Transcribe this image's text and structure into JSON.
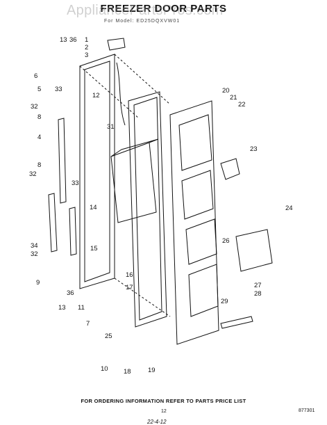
{
  "header": {
    "title": "FREEZER DOOR PARTS",
    "watermark": "AppliancePartsPros.com",
    "model_line": "For Model: ED25DQXVW01"
  },
  "footer": {
    "ordering_note": "FOR ORDERING INFORMATION REFER TO PARTS PRICE LIST",
    "page_number": "12",
    "document_number": "877301",
    "handwritten_mark": "22-4-12"
  },
  "callouts": [
    "1",
    "2",
    "3",
    "5",
    "6",
    "8",
    "4",
    "8",
    "9",
    "10",
    "11",
    "12",
    "13",
    "13",
    "14",
    "15",
    "16",
    "17",
    "18",
    "19",
    "20",
    "21",
    "22",
    "23",
    "24",
    "25",
    "26",
    "27",
    "28",
    "29",
    "31",
    "32",
    "32",
    "32",
    "33",
    "33",
    "34",
    "36",
    "36",
    "7"
  ],
  "colors": {
    "ink": "#111111",
    "watermark": "#9a9a9a",
    "background": "#ffffff"
  }
}
